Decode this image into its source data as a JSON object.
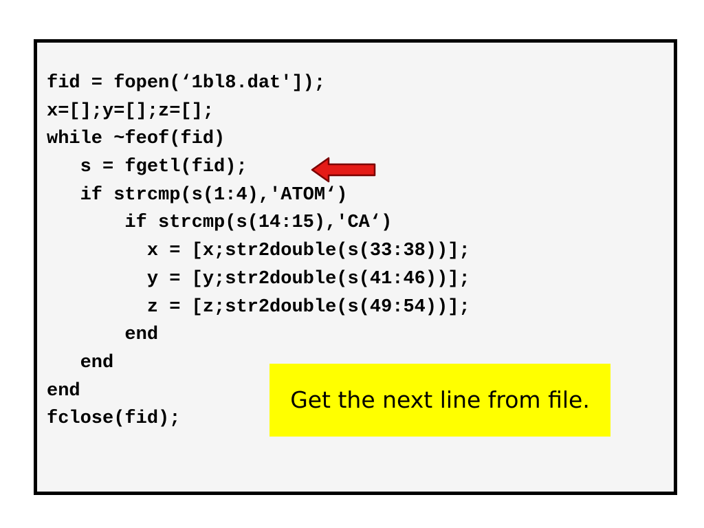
{
  "code": {
    "lines": [
      "fid = fopen(‘1bl8.dat']);",
      "x=[];y=[];z=[];",
      "while ~feof(fid)",
      "   s = fgetl(fid);",
      "   if strcmp(s(1:4),'ATOM‘)",
      "       if strcmp(s(14:15),'CA‘)",
      "         x = [x;str2double(s(33:38))];",
      "         y = [y;str2double(s(41:46))];",
      "         z = [z;str2double(s(49:54))];",
      "       end",
      "   end",
      "end",
      "fclose(fid);"
    ]
  },
  "callout": {
    "text": "Get the next line from file."
  },
  "colors": {
    "arrow_fill": "#e41b17",
    "arrow_stroke": "#7a0000",
    "callout_bg": "#ffff00",
    "box_bg": "#f5f5f5"
  },
  "icons": {
    "arrow": "arrow-left-icon"
  }
}
